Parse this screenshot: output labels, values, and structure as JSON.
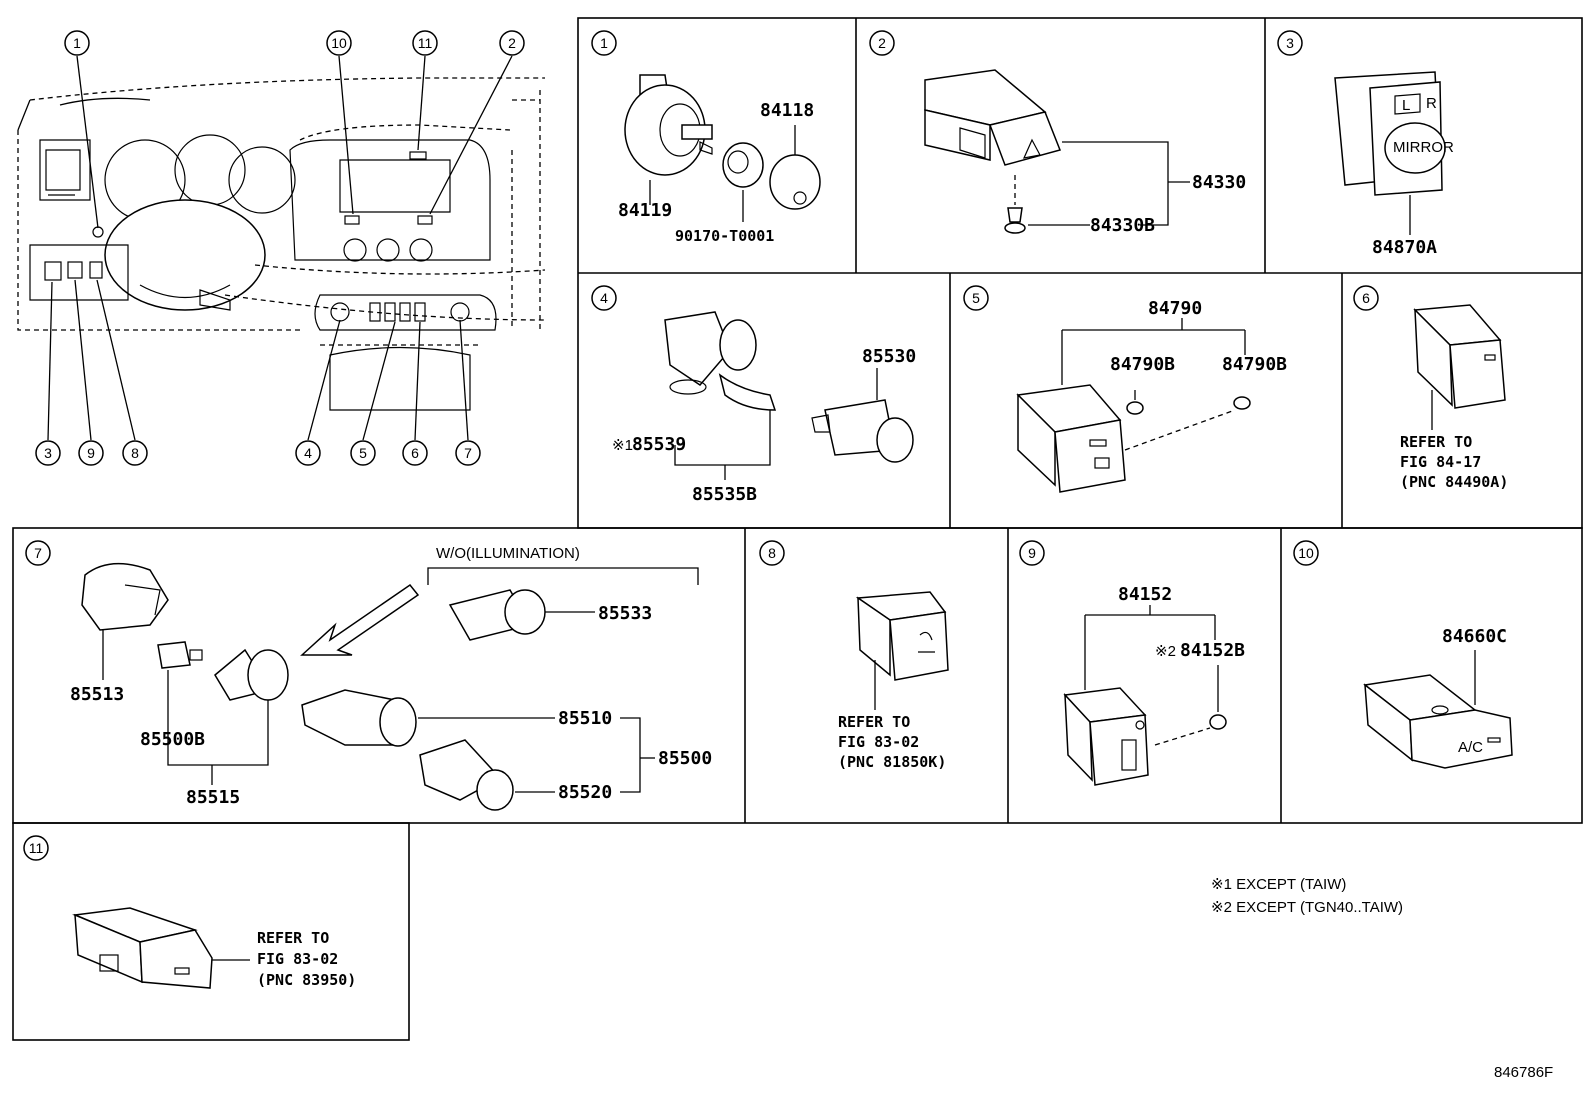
{
  "overview": {
    "callouts": [
      "1",
      "10",
      "11",
      "2",
      "3",
      "9",
      "8",
      "4",
      "5",
      "6",
      "7"
    ]
  },
  "panels": {
    "p1": {
      "index": "1",
      "parts": {
        "a": "84118",
        "b": "84119",
        "c": "90170-T0001"
      }
    },
    "p2": {
      "index": "2",
      "parts": {
        "a": "84330",
        "b": "84330B"
      }
    },
    "p3": {
      "index": "3",
      "parts": {
        "a": "84870A"
      },
      "button_label": "MIRROR",
      "switch_labels": [
        "L",
        "R"
      ]
    },
    "p4": {
      "index": "4",
      "parts": {
        "a": "85530",
        "b": "85539",
        "c": "85535B"
      },
      "mark": "※1"
    },
    "p5": {
      "index": "5",
      "parts": {
        "a": "84790",
        "b": "84790B",
        "c": "84790B"
      }
    },
    "p6": {
      "index": "6",
      "ref": [
        "REFER TO",
        "FIG 84-17",
        "(PNC 84490A)"
      ]
    },
    "p7": {
      "index": "7",
      "header": "W/O(ILLUMINATION)",
      "parts": {
        "a": "85533",
        "b": "85513",
        "c": "85500B",
        "d": "85515",
        "e": "85510",
        "f": "85500",
        "g": "85520"
      }
    },
    "p8": {
      "index": "8",
      "ref": [
        "REFER TO",
        "FIG 83-02",
        "(PNC 81850K)"
      ]
    },
    "p9": {
      "index": "9",
      "parts": {
        "a": "84152",
        "b": "84152B"
      },
      "mark": "※2"
    },
    "p10": {
      "index": "10",
      "parts": {
        "a": "84660C"
      },
      "button_label": "A/C"
    },
    "p11": {
      "index": "11",
      "ref": [
        "REFER TO",
        "FIG 83-02",
        "(PNC 83950)"
      ]
    }
  },
  "notes": [
    "※1  EXCEPT (TAIW)",
    "※2  EXCEPT (TGN40..TAIW)"
  ],
  "figure_code": "846786F"
}
